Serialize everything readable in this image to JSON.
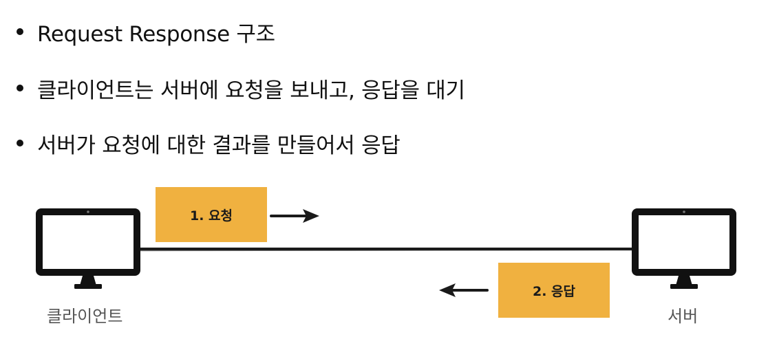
{
  "bullets": [
    "Request Response 구조",
    "클라이언트는 서버에 요청을 보내고, 응답을 대기",
    "서버가 요청에 대한 결과를 만들어서 응답"
  ],
  "diagram": {
    "client": {
      "label": "클라이언트",
      "icon": "monitor-icon"
    },
    "server": {
      "label": "서버",
      "icon": "monitor-icon"
    },
    "request": {
      "label": "1. 요청",
      "direction": "right",
      "color": "#f0b140"
    },
    "response": {
      "label": "2. 응답",
      "direction": "left",
      "color": "#f0b140"
    }
  }
}
